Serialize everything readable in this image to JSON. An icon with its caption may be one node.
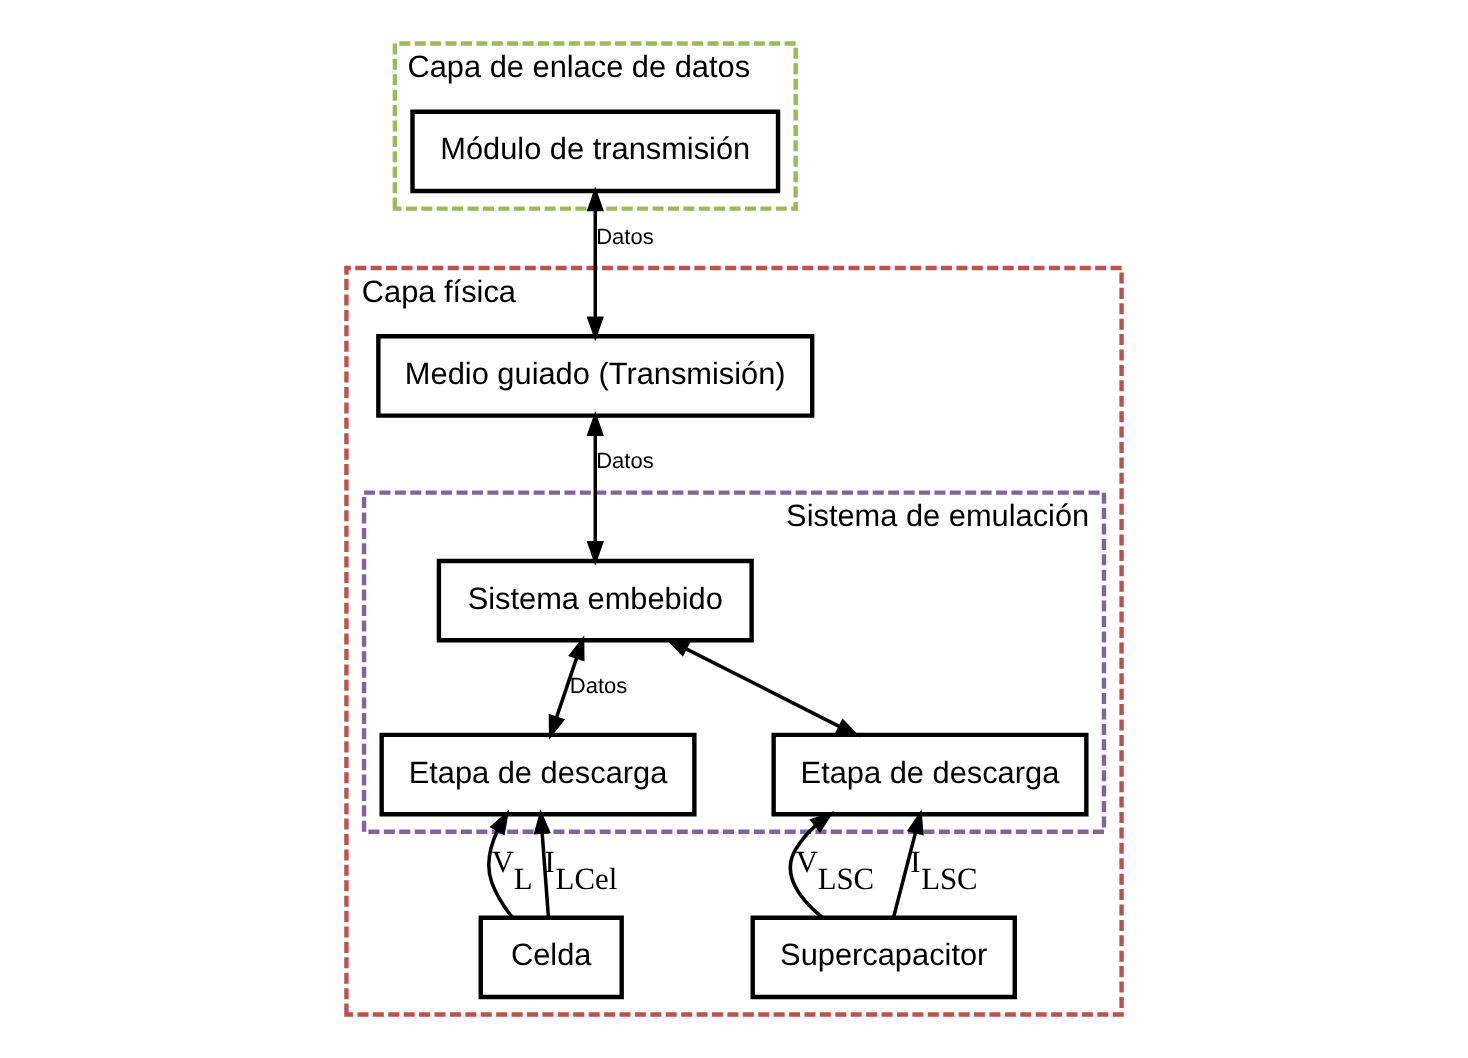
{
  "diagram": {
    "nodes": [
      {
        "text": [
          "Capa de enlace de datos"
        ]
      },
      {
        "text": [
          "Módulo de transmisión"
        ],
        "in": 0
      },
      {
        "text": [
          "Capa física"
        ]
      },
      {
        "text": [
          "Medio guiado (Transmisión)"
        ],
        "in": 2
      },
      {
        "text": [
          "Sistema de emulación"
        ],
        "in": 2
      },
      {
        "text": [
          "Sistema embebido"
        ],
        "in": 4
      },
      {
        "text": [
          "Etapa de descarga"
        ],
        "in": 4
      },
      {
        "text": [
          "Etapa de descarga"
        ],
        "in": 4
      },
      {
        "text": [
          "Celda"
        ],
        "in": 2
      },
      {
        "text": [
          "Supercapacitor"
        ],
        "in": 2
      }
    ],
    "edges": [
      {
        "from": 1,
        "to": 3,
        "arrow": "both",
        "label": "Datos"
      },
      {
        "from": 3,
        "to": 5,
        "arrow": "both",
        "label": "Datos"
      },
      {
        "from": 5,
        "to": 6,
        "arrow": "both",
        "label": "Datos"
      },
      {
        "from": 5,
        "to": 7,
        "arrow": "both"
      },
      {
        "from": 8,
        "to": 6,
        "arrow": "to",
        "label": "V$_{L}$"
      },
      {
        "from": 8,
        "to": 6,
        "arrow": "to",
        "label": "I$_{LCel}$"
      },
      {
        "from": 9,
        "to": 7,
        "arrow": "to",
        "label": "V$_{LSC}$"
      },
      {
        "from": 9,
        "to": 7,
        "arrow": "to",
        "label": "I$_{LSC}$"
      }
    ]
  }
}
